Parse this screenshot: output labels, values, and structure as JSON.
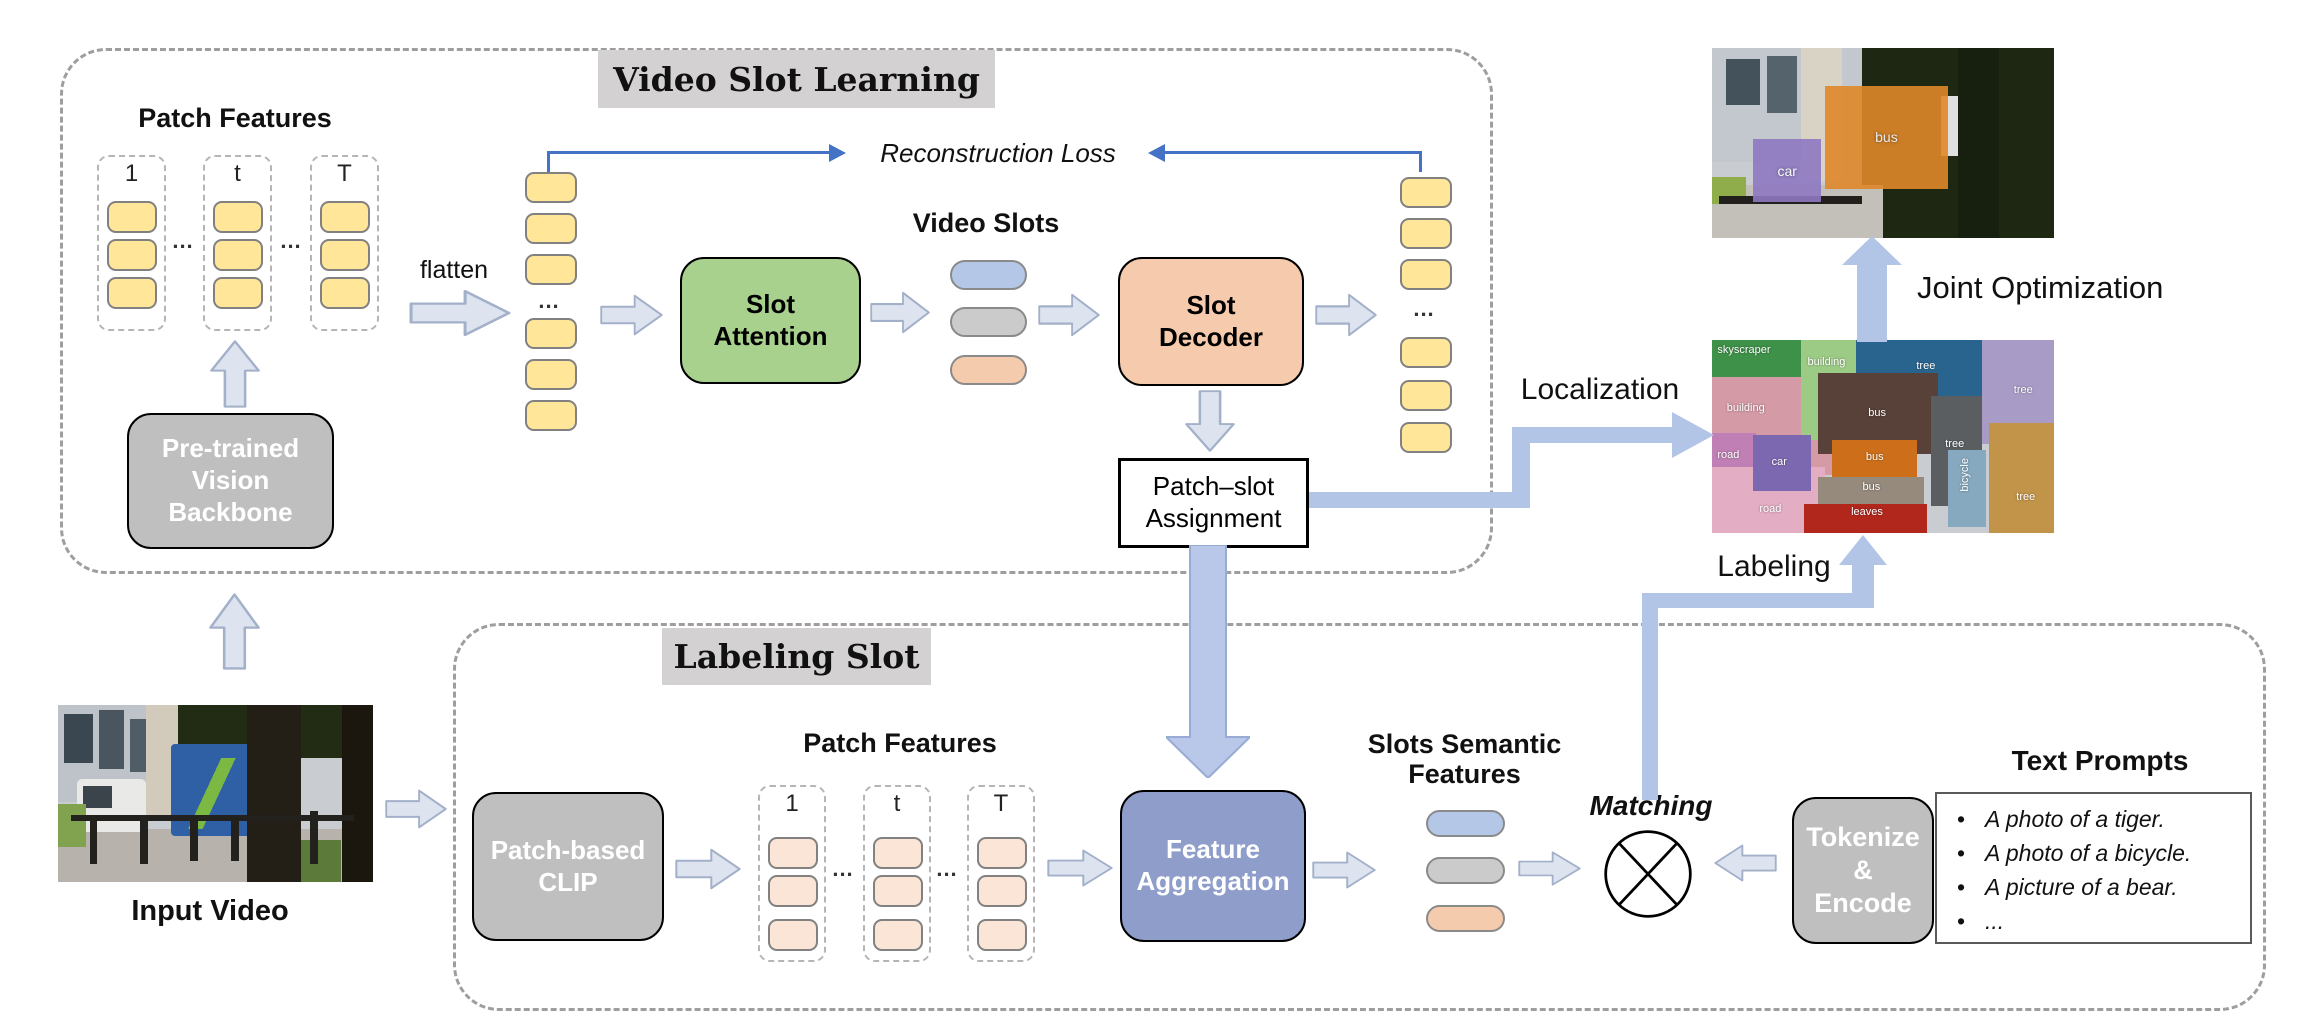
{
  "colors": {
    "token_yellow": "#ffe699",
    "token_peach": "#fbe5d6",
    "slot_blue": "#b4c7e7",
    "slot_gray": "#cbcbcb",
    "slot_orange": "#f5cbad",
    "slot_attention_green": "#a9d18e",
    "slot_decoder_orange": "#f6cbad",
    "feature_aggregation_blue": "#8e9dc9",
    "gray_box": "#bfbfbf",
    "title_bg": "#d3d1d1",
    "flow_arrow_blue": "#b3c5e7",
    "loss_line_blue": "#4472c4"
  },
  "video_slot_learning": {
    "title": "Video Slot Learning",
    "patch_features_title": "Patch Features",
    "frames": [
      "1",
      "t",
      "T"
    ],
    "dots": "...",
    "backbone_lines": [
      "Pre-trained",
      "Vision",
      "Backbone"
    ],
    "flatten_label": "flatten",
    "slot_attention_lines": [
      "Slot",
      "Attention"
    ],
    "video_slots_label": "Video Slots",
    "slot_decoder_lines": [
      "Slot",
      "Decoder"
    ],
    "reconstruction_loss_label": "Reconstruction Loss",
    "patch_slot_assignment_lines": [
      "Patch–slot",
      "Assignment"
    ]
  },
  "labeling_slot": {
    "title": "Labeling Slot",
    "input_video_label": "Input Video",
    "clip_lines": [
      "Patch-based",
      "CLIP"
    ],
    "patch_features_title": "Patch Features",
    "frames": [
      "1",
      "t",
      "T"
    ],
    "dots": "...",
    "feature_aggregation_lines": [
      "Feature",
      "Aggregation"
    ],
    "slots_semantic_lines": [
      "Slots Semantic",
      "Features"
    ],
    "matching_label": "Matching",
    "tokenize_lines": [
      "Tokenize",
      "&",
      "Encode"
    ],
    "text_prompts": {
      "title": "Text Prompts",
      "items": [
        "A photo of a tiger.",
        "A photo of a bicycle.",
        "A picture of a bear.",
        "..."
      ]
    }
  },
  "outputs": {
    "localization_label": "Localization",
    "labeling_label": "Labeling",
    "joint_optimization_label": "Joint Optimization",
    "final_overlay": {
      "regions": [
        {
          "label": "car",
          "color": "#8f79c2"
        },
        {
          "label": "bus",
          "color": "#e0882a"
        }
      ]
    },
    "segmentation": {
      "regions": [
        {
          "label": "building",
          "color": "#d49aa6"
        },
        {
          "label": "road",
          "color": "#c07fb5"
        },
        {
          "label": "road",
          "color": "#e3adc3"
        },
        {
          "label": "skyscraper",
          "color": "#3e9148"
        },
        {
          "label": "building",
          "color": "#9ccb86"
        },
        {
          "label": "tree",
          "color": "#29648f"
        },
        {
          "label": "tree",
          "color": "#a89cc6"
        },
        {
          "label": "bus",
          "color": "#584139"
        },
        {
          "label": "tree",
          "color": "#5a5e61"
        },
        {
          "label": "bicycle",
          "color": "#86a9bf"
        },
        {
          "label": "tree",
          "color": "#c29449"
        },
        {
          "label": "car",
          "color": "#7b68b0"
        },
        {
          "label": "bus",
          "color": "#cd6f1a"
        },
        {
          "label": "bus",
          "color": "#968a7c"
        },
        {
          "label": "leaves",
          "color": "#b1271c"
        }
      ]
    }
  }
}
